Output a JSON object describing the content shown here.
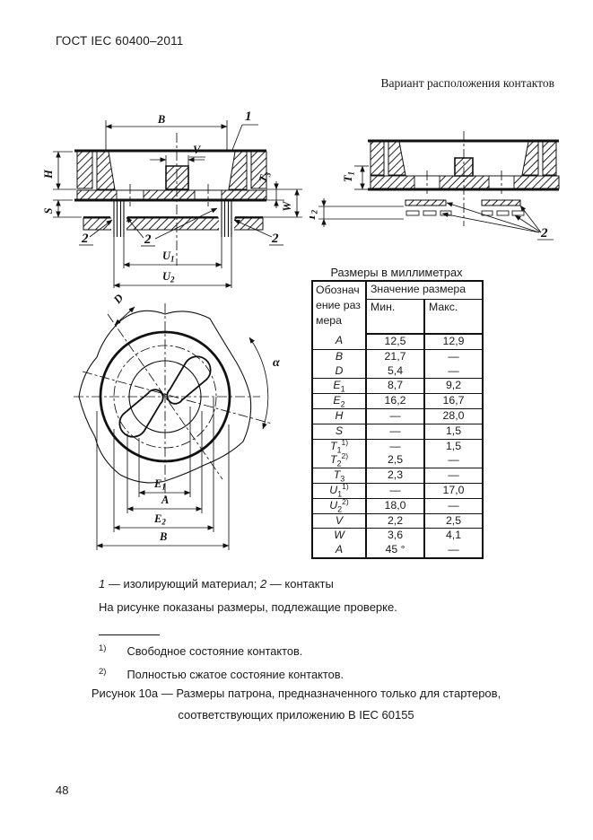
{
  "header": {
    "doc_number": "ГОСТ IEC 60400–2011",
    "variant_title": "Вариант расположения контактов",
    "page_number": "48"
  },
  "table": {
    "title": "Размеры в миллиметрах",
    "designation_header": "Обозначение размера",
    "value_header": "Значение размера",
    "min_header": "Мин.",
    "max_header": "Макс.",
    "rows": [
      {
        "sym": "A",
        "sub": "",
        "sup": "",
        "min": "12,5",
        "max": "12,9",
        "end": true
      },
      {
        "sym": "B",
        "sub": "",
        "sup": "",
        "min": "21,7",
        "max": "—",
        "end": false
      },
      {
        "sym": "D",
        "sub": "",
        "sup": "",
        "min": "5,4",
        "max": "—",
        "end": true
      },
      {
        "sym": "E",
        "sub": "1",
        "sup": "",
        "min": "8,7",
        "max": "9,2",
        "end": true
      },
      {
        "sym": "E",
        "sub": "2",
        "sup": "",
        "min": "16,2",
        "max": "16,7",
        "end": true
      },
      {
        "sym": "H",
        "sub": "",
        "sup": "",
        "min": "—",
        "max": "28,0",
        "end": true
      },
      {
        "sym": "S",
        "sub": "",
        "sup": "",
        "min": "—",
        "max": "1,5",
        "end": true
      },
      {
        "sym": "T",
        "sub": "1",
        "sup": "1)",
        "min": "—",
        "max": "1,5",
        "end": false
      },
      {
        "sym": "T",
        "sub": "2",
        "sup": "2)",
        "min": "2,5",
        "max": "—",
        "end": true
      },
      {
        "sym": "T",
        "sub": "3",
        "sup": "",
        "min": "2,3",
        "max": "—",
        "end": true
      },
      {
        "sym": "U",
        "sub": "1",
        "sup": "1)",
        "min": "—",
        "max": "17,0",
        "end": true
      },
      {
        "sym": "U",
        "sub": "2",
        "sup": "2)",
        "min": "18,0",
        "max": "—",
        "end": true
      },
      {
        "sym": "V",
        "sub": "",
        "sup": "",
        "min": "2,2",
        "max": "2,5",
        "end": true
      },
      {
        "sym": "W",
        "sub": "",
        "sup": "",
        "min": "3,6",
        "max": "4,1",
        "end": false
      },
      {
        "sym": "A",
        "sub": "",
        "sup": "",
        "min": "45 °",
        "max": "—",
        "end": true
      }
    ]
  },
  "figures": {
    "section_left": {
      "label_b": "B",
      "callout_1": "1",
      "label_h": "H",
      "label_v": "V",
      "label_t": "T",
      "t3_sub": "3",
      "label_w": "W",
      "label_s": "S",
      "callout_2": "2",
      "label_u": "U",
      "u1_sub": "1",
      "u2_sub": "2"
    },
    "section_right": {
      "label_t": "T",
      "t1_sub": "1",
      "t2_sub": "2",
      "callout_2": "2"
    },
    "front": {
      "label_d": "D",
      "label_alpha": "α",
      "label_e": "E",
      "e1_sub": "1",
      "e2_sub": "2",
      "label_a": "A",
      "label_b": "B"
    }
  },
  "notes": {
    "legend_n1": "1",
    "legend_t1": " — изолирующий материал; ",
    "legend_n2": "2",
    "legend_t2": " — контакты",
    "check_note": "На рисунке показаны размеры, подлежащие проверке.",
    "fn1_ref": "1)",
    "fn1_text": "Свободное состояние контактов.",
    "fn2_ref": "2)",
    "fn2_text": "Полностью сжатое состояние контактов.",
    "caption_line1": "Рисунок 10а — Размеры патрона, предназначенного только для стартеров,",
    "caption_line2": "соответствующих приложению В IEC 60155"
  }
}
